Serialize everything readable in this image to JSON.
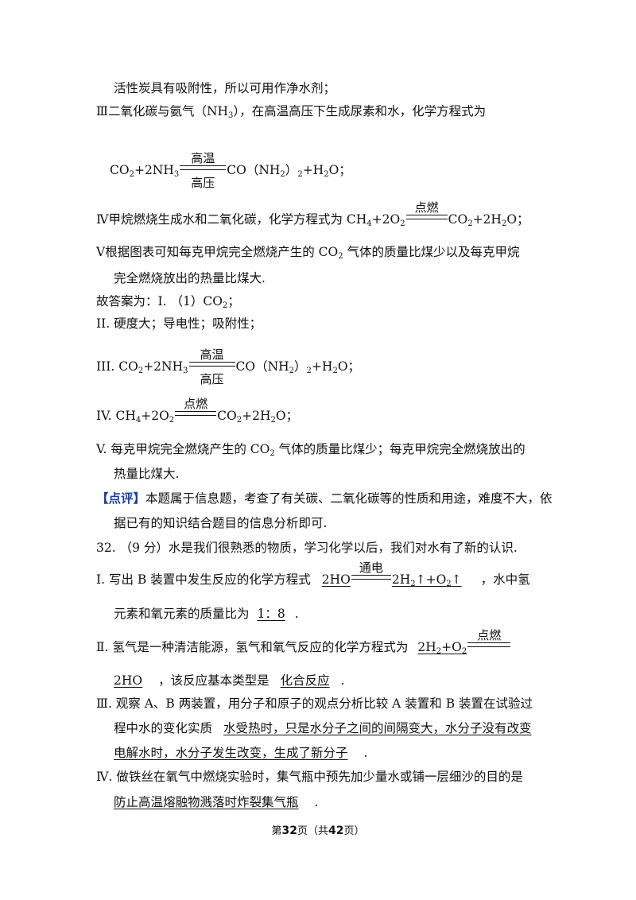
{
  "lines": {
    "l1": "活性炭具有吸附性，所以可用作净水剂；",
    "l2": "Ⅲ二氧化碳与氨气（NH",
    "l2b": "），在高温高压下生成尿素和水，化学方程式为",
    "l4a": "Ⅳ甲烷燃烧生成水和二氧化碳，化学方程式为 CH",
    "l5a": "Ⅴ根据图表可知每克甲烷完全燃烧产生的 CO",
    "l5b": " 气体的质量比煤少以及每克甲烷",
    "l6": "完全燃烧放出的热量比煤大.",
    "l7a": "故答案为：I. （1）CO",
    "l7b": "；",
    "l8": "II. 硬度大；导电性；吸附性；",
    "l9pre": "III. ",
    "l10pre": "IV. ",
    "l11a": "V. 每克甲烷完全燃烧产生的 CO",
    "l11b": " 气体的质量比煤少；每克甲烷完全燃烧放出的",
    "l12": "热量比煤大.",
    "comment_tag": "【点评】",
    "comment": "本题属于信息题，考查了有关碳、二氧化碳等的性质和用途，难度不大，依",
    "comment2": "据已有的知识结合题目的信息分析即可.",
    "q32": "32. （9 分）水是我们很熟悉的物质，学习化学以后，我们对水有了新的认识.",
    "qi_a": "Ⅰ. 写出 B 装置中发生反应的化学方程式",
    "qi_b": "，水中氢",
    "qi2_a": "元素和氧元素的质量比为",
    "qi2_ans": "1：8",
    "qi2_b": ".",
    "qii_a": "Ⅱ. 氢气是一种清洁能源，氢气和氧气反应的化学方程式为",
    "qii2_b": "，该反应基本类型是",
    "qii2_ans": "化合反应",
    "qii2_c": ".",
    "qiii": "Ⅲ. 观察 A、B 两装置，用分子和原子的观点分析比较 A 装置和 B 装置在试验过",
    "qiii2": "程中水的变化实质",
    "qiii2_ans": "水受热时，只是水分子之间的间隔变大，水分子没有改变",
    "qiii3_ans": "电解水时，水分子发生改变，生成了新分子",
    "qiii3_b": ".",
    "qiv": "Ⅳ. 做铁丝在氧气中燃烧实验时，集气瓶中预先加少量水或铺一层细沙的目的是",
    "qiv2_ans": "防止高温熔融物溅落时炸裂集气瓶",
    "qiv2_b": "."
  },
  "conditions": {
    "high_temp": "高温",
    "high_press": "高压",
    "ignite": "点燃",
    "electrify": "通电"
  },
  "formulas": {
    "co2": "CO",
    "nh3": "+2NH",
    "urea": "CO（NH",
    "urea_end": "+H",
    "o_semicolon": "O；",
    "ch4": "CH",
    "ch4_plus": "+2O",
    "co2_plus": "CO",
    "h2o_end": "+2H",
    "water": "2H",
    "water_o": "O",
    "h2_o2": "2H",
    "h2_up": "↑+O",
    "up": "↑",
    "h2_plus": "+O",
    "sub2": "2",
    "sub3": "3",
    "sub4": "4",
    "paren_close": "）"
  },
  "footer": {
    "pre": "第",
    "page": "32",
    "mid": "页（共",
    "total": "42",
    "post": "页）"
  }
}
